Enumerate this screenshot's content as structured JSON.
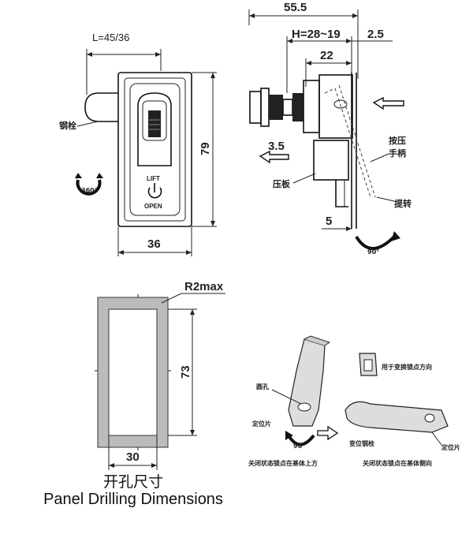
{
  "front_view": {
    "dim_L": "L=45/36",
    "dim_height": "79",
    "dim_width": "36",
    "label_bolt": "钢栓",
    "label_lift": "LIFT",
    "label_open": "OPEN",
    "label_rotation": "360°"
  },
  "side_view": {
    "dim_total": "55.5",
    "dim_H": "H=28~19",
    "dim_right": "2.5",
    "dim_22": "22",
    "dim_3_5": "3.5",
    "dim_5": "5",
    "label_press_handle_1": "按压",
    "label_press_handle_2": "手柄",
    "label_pressure_plate": "压板",
    "label_lift_rotate": "提转",
    "label_rotation": "90°"
  },
  "panel_cutout": {
    "dim_radius": "R2max",
    "dim_height": "73",
    "dim_width": "30"
  },
  "caption": {
    "title_cn": "开孔尺寸",
    "title_en": "Panel Drilling Dimensions"
  },
  "cam_detail": {
    "label_round_hole": "圆孔",
    "label_locator": "定位片",
    "label_rotation": "90°",
    "label_closed_up": "关闭状态锁点在基体上方",
    "label_switch_dir": "用于变换锁点方向",
    "label_locating_bolt": "变位钢栓",
    "label_locator_2": "定位片",
    "label_closed_side": "关闭状态锁点在基体侧向"
  }
}
